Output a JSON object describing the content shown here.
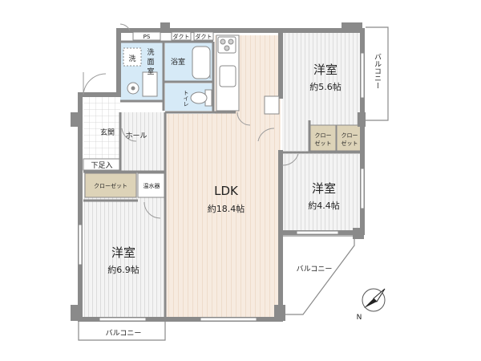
{
  "rooms": {
    "ldk": {
      "name": "LDK",
      "size": "約18.4帖"
    },
    "western_ne": {
      "name": "洋室",
      "size": "約5.6帖"
    },
    "western_e": {
      "name": "洋室",
      "size": "約4.4帖"
    },
    "western_sw": {
      "name": "洋室",
      "size": "約6.9帖"
    },
    "washroom": {
      "line1": "洗",
      "line2": "面",
      "line3": "室"
    },
    "wash_mark": "洗",
    "bath": "浴室",
    "toilet": "トイレ",
    "entrance": "玄関",
    "hall": "ホール",
    "shoe_area": "下足入",
    "closet_w": "クローゼット",
    "water_heater": "温水器",
    "closet_a": {
      "line1": "クロー",
      "line2": "ゼット"
    },
    "closet_b": {
      "line1": "クロー",
      "line2": "ゼット"
    }
  },
  "labels": {
    "ps": "PS",
    "duct1": "ダクト",
    "duct2": "ダクト",
    "balcony_ne": "バルコニー",
    "balcony_e": "バルコニー",
    "balcony_s": "バルコニー",
    "north": "N"
  },
  "colors": {
    "wall": "#8a8a8a",
    "ldk_floor": "#f7ebe0",
    "room_floor": "#f5f5f5",
    "wet_area": "#d6eaf7",
    "closet": "#ddd3b8",
    "stripe": "#d0d0d0"
  }
}
